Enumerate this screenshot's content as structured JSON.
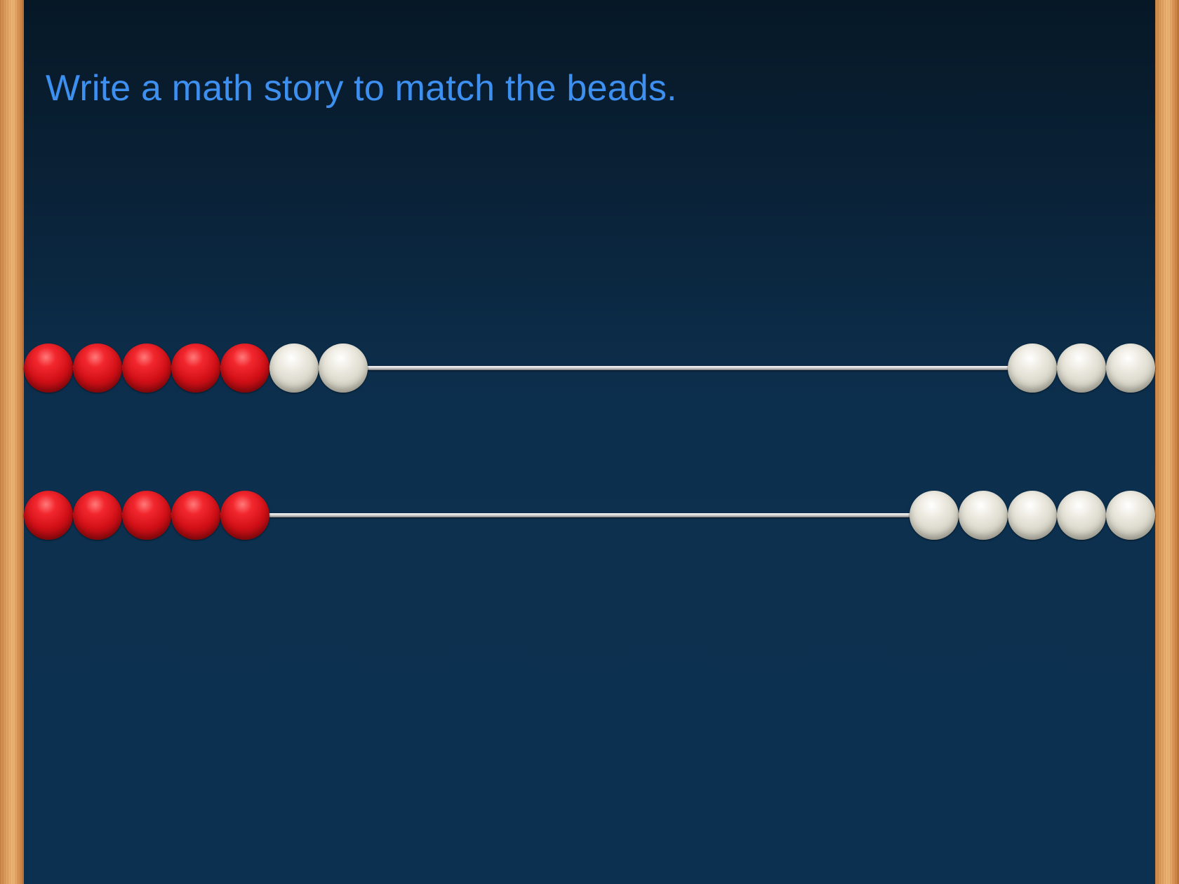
{
  "prompt": "Write a math story to match the beads.",
  "colors": {
    "prompt_text": "#3d8ff0",
    "board_background": "#0c3150",
    "frame_wood": "#e8aa68",
    "bead_red": "#d10f16",
    "bead_white": "#e6e3d8"
  },
  "rods": [
    {
      "name": "rod-1",
      "beads_left": [
        "red",
        "red",
        "red",
        "red",
        "red",
        "white",
        "white"
      ],
      "beads_right": [
        "white",
        "white",
        "white"
      ]
    },
    {
      "name": "rod-2",
      "beads_left": [
        "red",
        "red",
        "red",
        "red",
        "red"
      ],
      "beads_right": [
        "white",
        "white",
        "white",
        "white",
        "white"
      ]
    }
  ]
}
